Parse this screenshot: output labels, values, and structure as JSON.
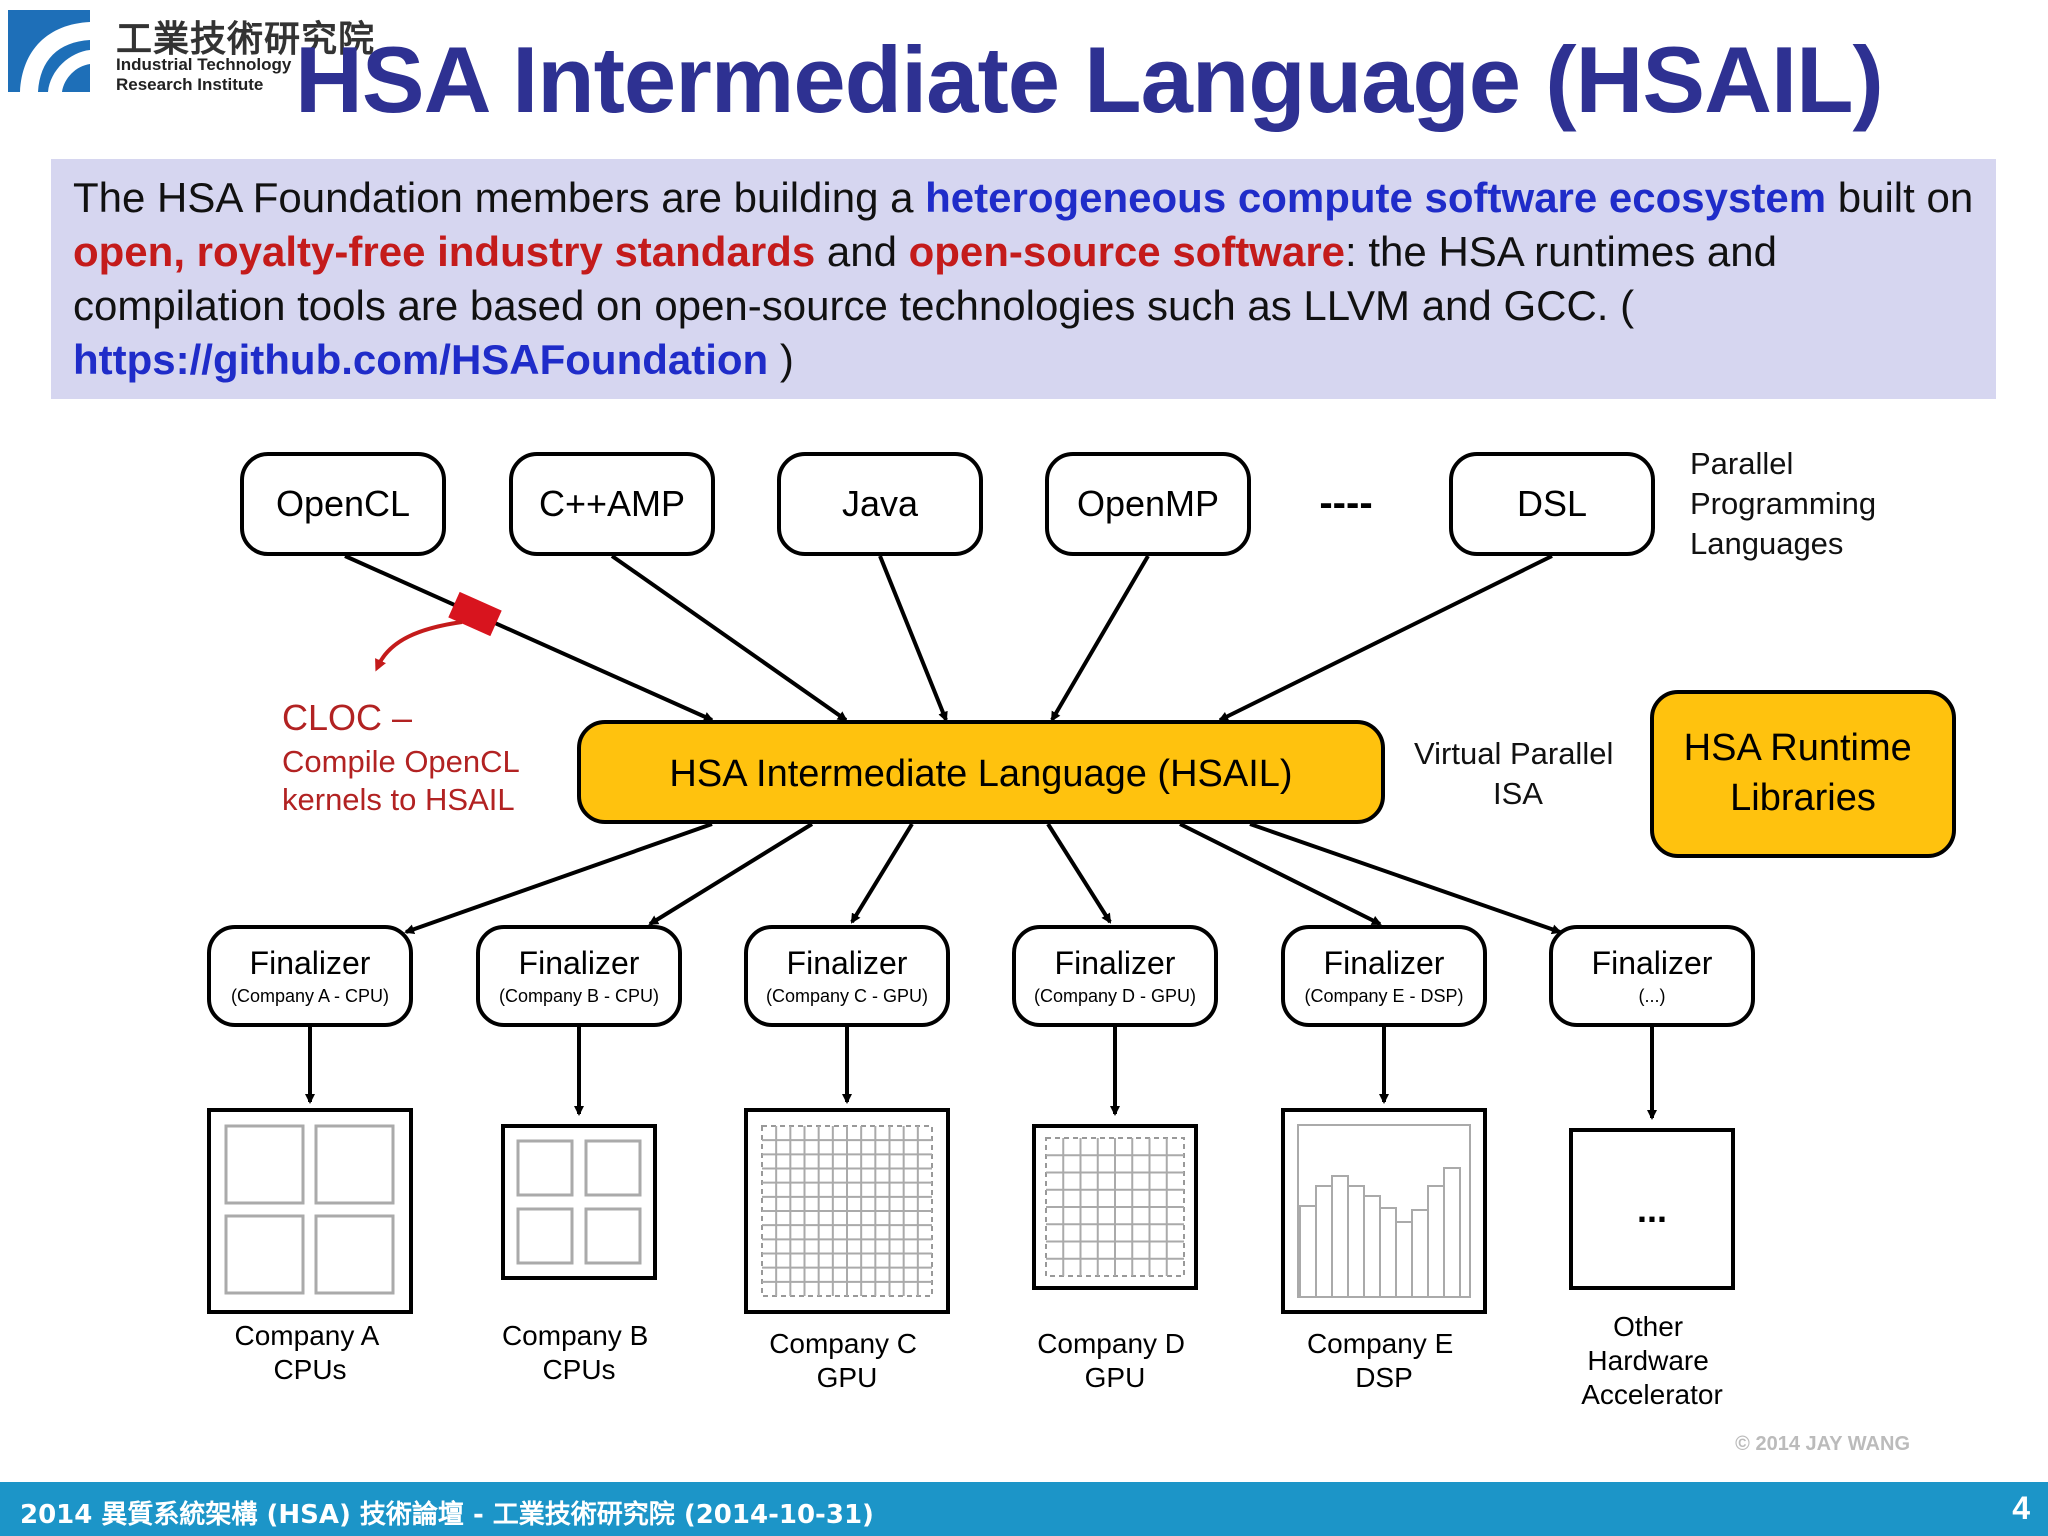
{
  "header": {
    "org_name_zh": "工業技術研究院",
    "org_name_en_line1": "Industrial Technology",
    "org_name_en_line2": "Research Institute",
    "title": "HSA Intermediate Language (HSAIL)"
  },
  "intro": {
    "t1": "The HSA Foundation members are building a ",
    "h1": "heterogeneous compute software ecosystem",
    "t2": " built on ",
    "h2": "open, royalty-free industry standards",
    "t3": " and ",
    "h3": "open-source software",
    "t4": ":  the HSA runtimes and compilation tools are based on open-source technologies such as LLVM and GCC. ( ",
    "link": "https://github.com/HSAFoundation",
    "t5": " )"
  },
  "diagram": {
    "languages": [
      "OpenCL",
      "C++AMP",
      "Java",
      "OpenMP",
      "DSL"
    ],
    "ellipsis": "----",
    "languages_caption": [
      "Parallel",
      "Programming",
      "Languages"
    ],
    "cloc_title": "CLOC –",
    "cloc_desc": [
      "Compile OpenCL",
      "kernels to HSAIL"
    ],
    "hsail_box": "HSA Intermediate Language (HSAIL)",
    "isa_caption": [
      "Virtual Parallel",
      "ISA"
    ],
    "runtime_box": [
      "HSA Runtime",
      "Libraries"
    ],
    "finalizer_label": "Finalizer",
    "finalizers": [
      "(Company A - CPU)",
      "(Company B - CPU)",
      "(Company C - GPU)",
      "(Company D - GPU)",
      "(Company E - DSP)",
      "(...)"
    ],
    "hardware": [
      [
        "Company A",
        "CPUs"
      ],
      [
        "Company B",
        "CPUs"
      ],
      [
        "Company C",
        "GPU"
      ],
      [
        "Company D",
        "GPU"
      ],
      [
        "Company E",
        "DSP"
      ],
      [
        "Other",
        "Hardware",
        "Accelerator"
      ]
    ],
    "other_box_text": "...",
    "copyright": "© 2014 JAY WANG",
    "colors": {
      "hsail": "#ffc20e",
      "cloc": "#b22222"
    }
  },
  "footer": {
    "text": "2014 異質系統架構 (HSA) 技術論壇  -  工業技術研究院 (2014-10-31)",
    "page": "4"
  }
}
